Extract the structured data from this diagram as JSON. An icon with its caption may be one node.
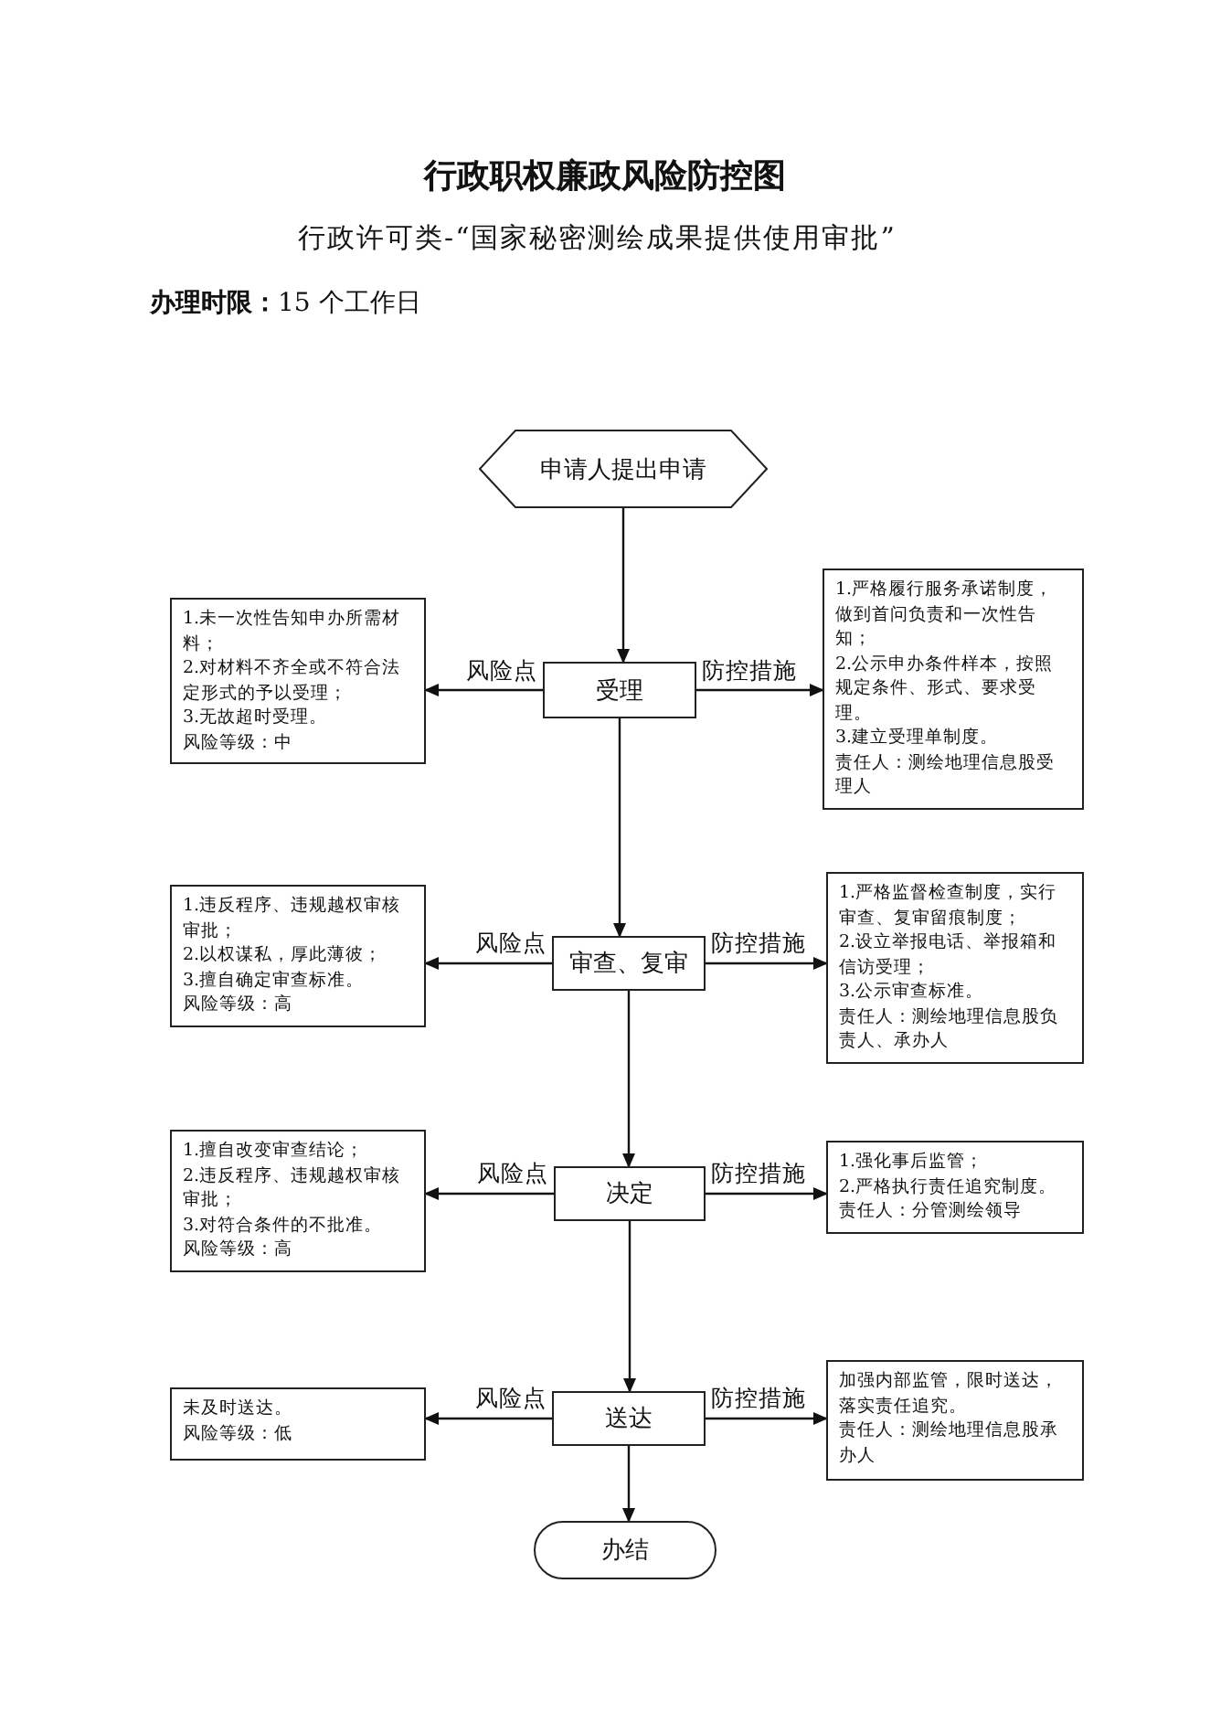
{
  "diagram": {
    "title": "行政职权廉政风险防控图",
    "nodes": [
      {
        "text": [
          "申请人提出申请"
        ]
      },
      {
        "text": [
          "1.未一次性告知申办所需材料；",
          "2.对材料不齐全或不符合法定形式的予以受理；",
          "3.无故超时受理。",
          "风险等级：中"
        ]
      },
      {
        "text": [
          "受理"
        ]
      },
      {
        "text": [
          "1.严格履行服务承诺制度，做到首问负责和一次性告知；",
          "2.公示申办条件样本，按照规定条件、形式、要求受理。",
          "3.建立受理单制度。",
          "责任人：测绘地理信息股受理人"
        ]
      },
      {
        "text": [
          "1.违反程序、违规越权审核审批；",
          "2.以权谋私，厚此薄彼；",
          "3.擅自确定审查标准。",
          "风险等级：高"
        ]
      },
      {
        "text": [
          "审查、复审"
        ]
      },
      {
        "text": [
          "1.严格监督检查制度，实行审查、复审留痕制度；",
          "2.设立举报电话、举报箱和信访受理；",
          "3.公示审查标准。",
          "责任人：测绘地理信息股负责人、承办人"
        ]
      },
      {
        "text": [
          "1.擅自改变审查结论；",
          "2.违反程序、违规越权审核审批；",
          "3.对符合条件的不批准。",
          "风险等级：高"
        ]
      },
      {
        "text": [
          "决定"
        ]
      },
      {
        "text": [
          "1.强化事后监管；",
          "2.严格执行责任追究制度。",
          "责任人：分管测绘领导"
        ]
      },
      {
        "text": [
          "未及时送达。",
          "风险等级：低"
        ]
      },
      {
        "text": [
          "送达"
        ]
      },
      {
        "text": [
          "加强内部监管，限时送达，落实责任追究。",
          "责任人：测绘地理信息股承办人"
        ]
      },
      {
        "text": [
          "办结"
        ]
      }
    ],
    "edges": [
      {
        "from": 0,
        "to": 2,
        "arrow": "to"
      },
      {
        "from": 2,
        "to": 1,
        "arrow": "to",
        "label": "风险点"
      },
      {
        "from": 2,
        "to": 3,
        "arrow": "to",
        "label": "防控措施"
      },
      {
        "from": 2,
        "to": 5,
        "arrow": "to"
      },
      {
        "from": 5,
        "to": 4,
        "arrow": "to",
        "label": "风险点"
      },
      {
        "from": 5,
        "to": 6,
        "arrow": "to",
        "label": "防控措施"
      },
      {
        "from": 5,
        "to": 8,
        "arrow": "to"
      },
      {
        "from": 8,
        "to": 7,
        "arrow": "to",
        "label": "风险点"
      },
      {
        "from": 8,
        "to": 9,
        "arrow": "to",
        "label": "防控措施"
      },
      {
        "from": 8,
        "to": 11,
        "arrow": "to"
      },
      {
        "from": 11,
        "to": 10,
        "arrow": "to",
        "label": "风险点"
      },
      {
        "from": 11,
        "to": 12,
        "arrow": "to",
        "label": "防控措施"
      },
      {
        "from": 11,
        "to": 13,
        "arrow": "to"
      }
    ],
    "labels": [
      "行政许可类-“国家秘密测绘成果提供使用审批”",
      "**办理时限：**15 个工作日"
    ]
  }
}
